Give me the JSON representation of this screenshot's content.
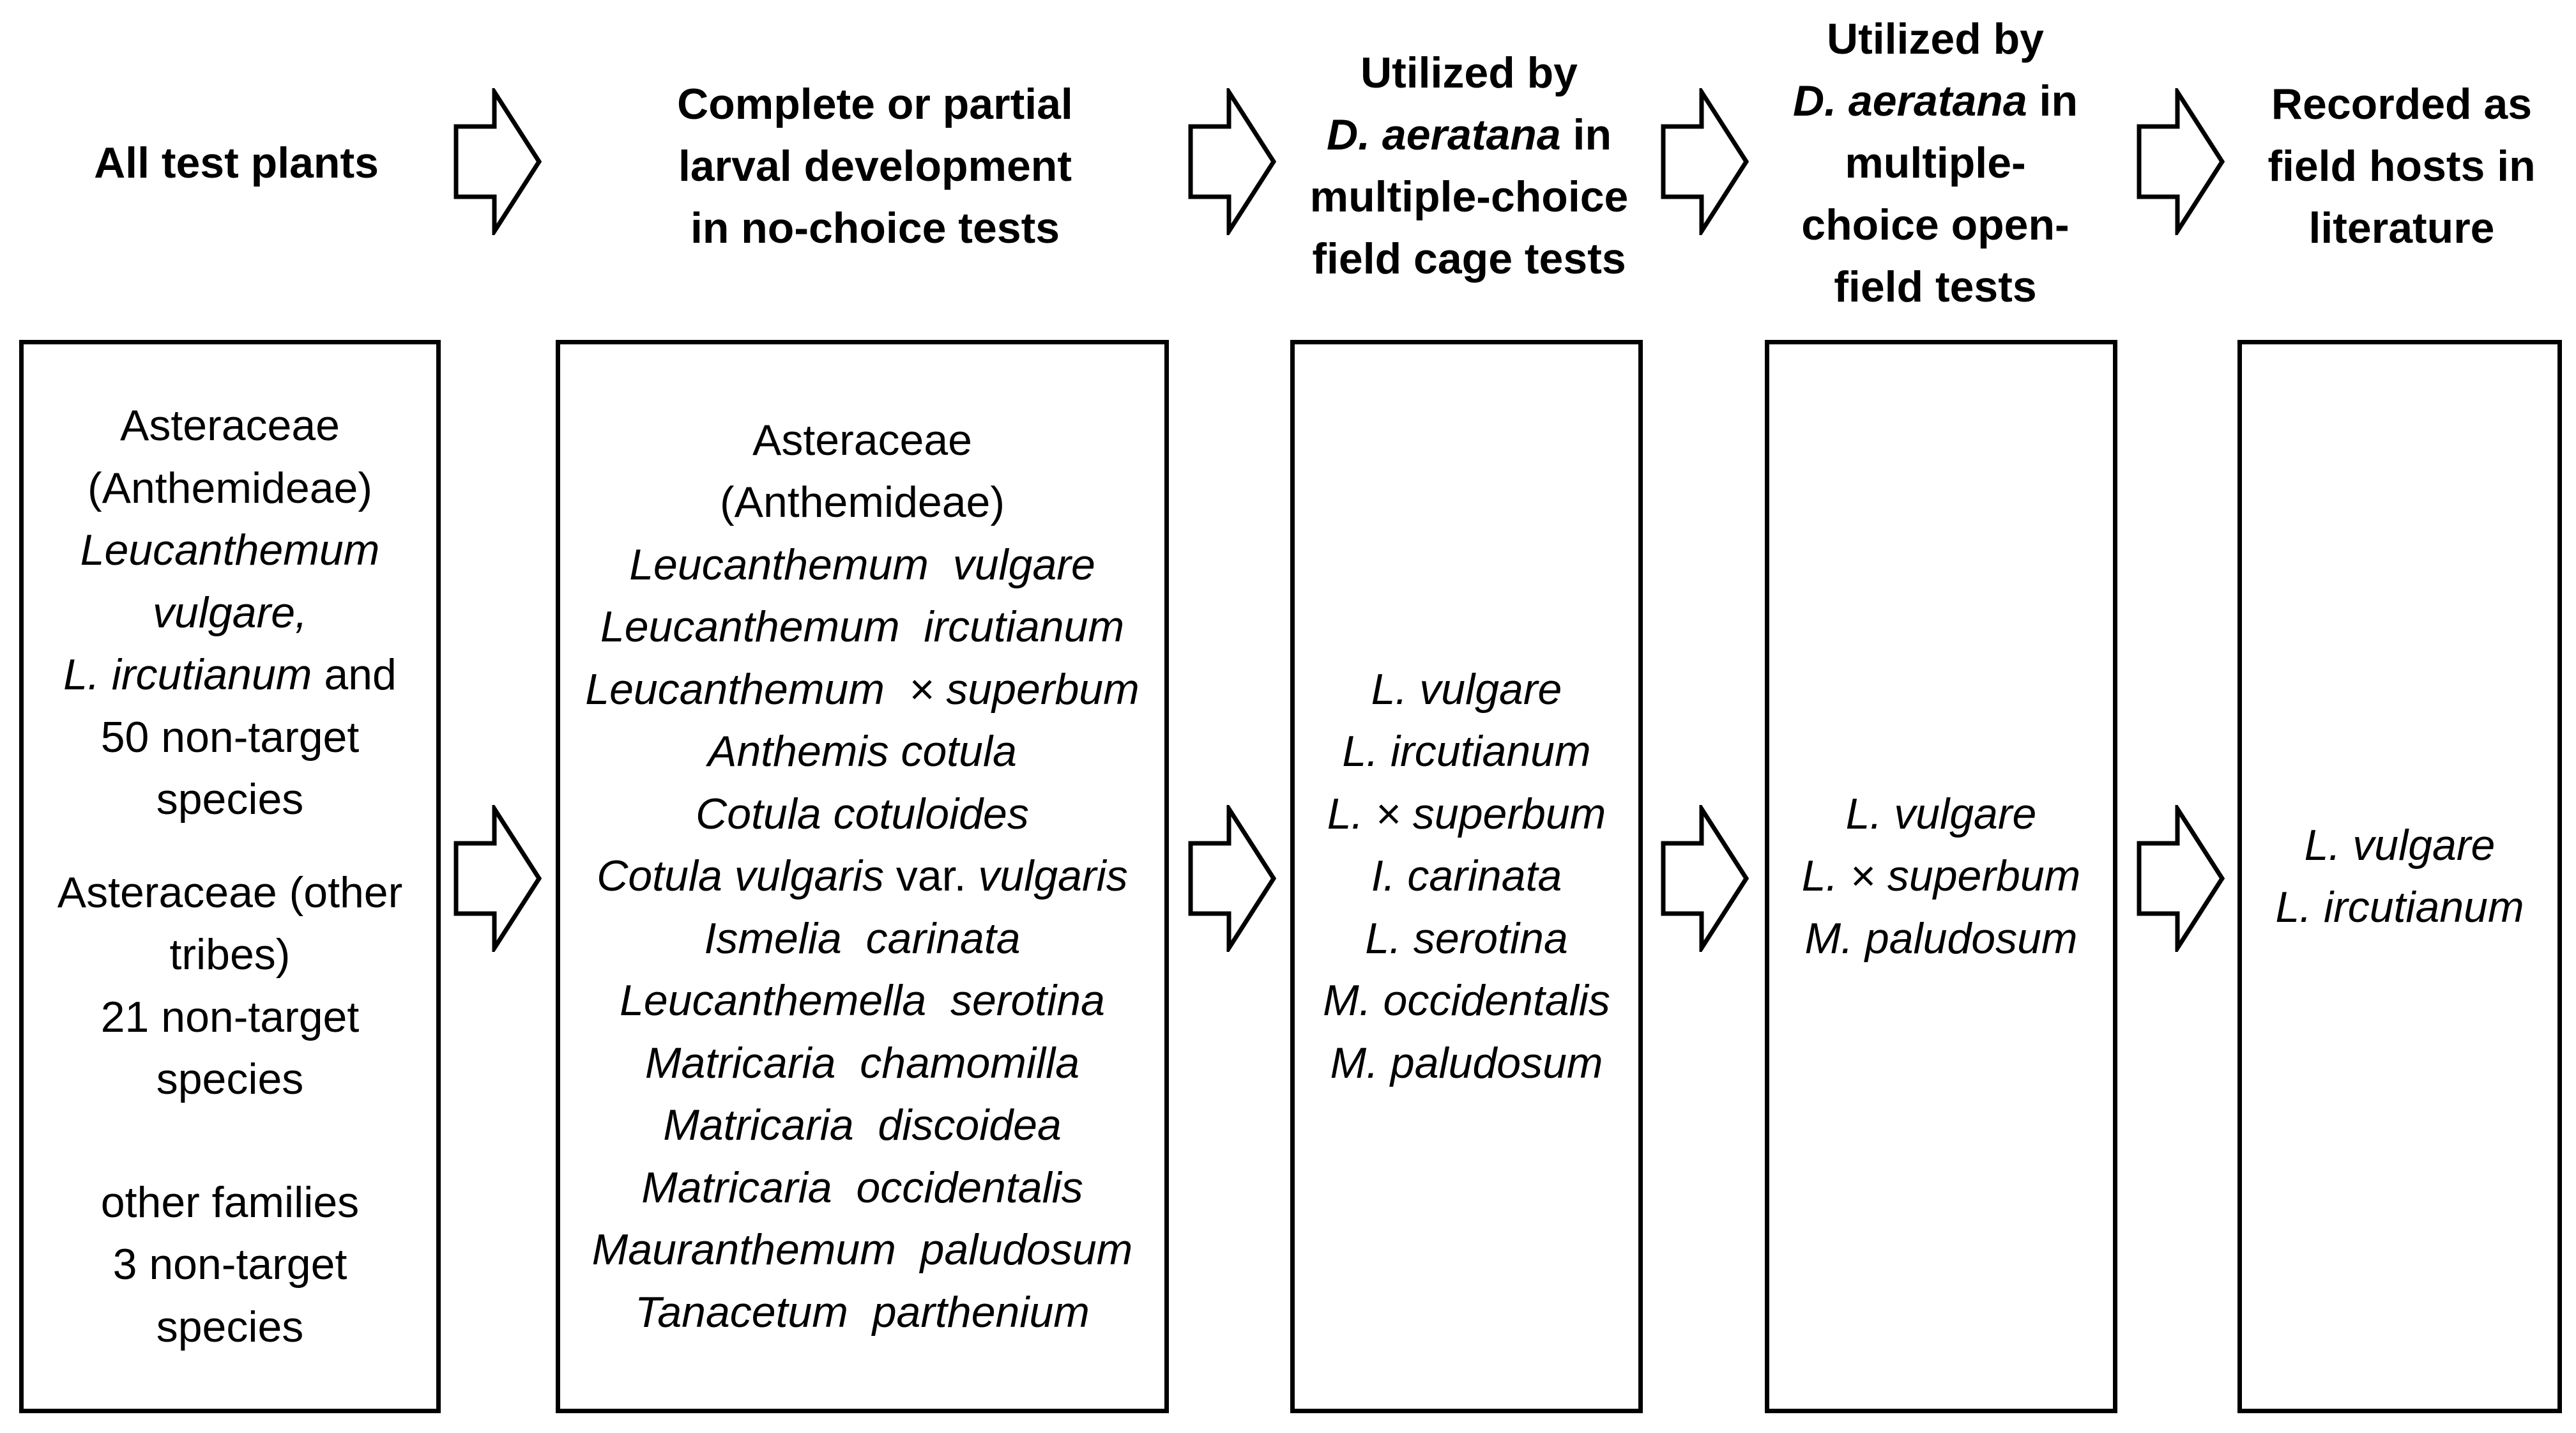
{
  "diagram": {
    "headers": [
      {
        "lines": [
          "All test plants"
        ]
      },
      {
        "lines": [
          "Complete or partial",
          "larval development",
          "in no-choice tests"
        ]
      },
      {
        "lines": [
          [
            {
              "t": "Utilized by",
              "i": false
            }
          ],
          [
            {
              "t": "D. aeratana",
              "i": true
            },
            {
              "t": " in",
              "i": false
            }
          ],
          [
            {
              "t": "multiple-choice",
              "i": false
            }
          ],
          [
            {
              "t": "field cage tests",
              "i": false
            }
          ]
        ]
      },
      {
        "lines": [
          [
            {
              "t": "Utilized by",
              "i": false
            }
          ],
          [
            {
              "t": "D. aeratana",
              "i": true
            },
            {
              "t": " in",
              "i": false
            }
          ],
          [
            {
              "t": "multiple-",
              "i": false
            }
          ],
          [
            {
              "t": "choice open-",
              "i": false
            }
          ],
          [
            {
              "t": "field tests",
              "i": false
            }
          ]
        ]
      },
      {
        "lines": [
          "Recorded as",
          "field hosts in",
          "literature"
        ]
      }
    ],
    "box1": {
      "group1": {
        "l1": "Asteraceae",
        "l2": "(Anthemideae)",
        "l3": "Leucanthemum",
        "l4": "vulgare,",
        "l5_italic": "L. ircutianum",
        "l5_plain": " and",
        "l6": "50 non-target",
        "l7": "species"
      },
      "group2": {
        "l1": "Asteraceae (other",
        "l2": "tribes)",
        "l3": "21 non-target",
        "l4": "species"
      },
      "group3": {
        "l1": "other families",
        "l2": "3 non-target",
        "l3": "species"
      }
    },
    "box2": {
      "plain_lines": [
        "Asteraceae",
        "(Anthemideae)"
      ],
      "species": [
        "Leucanthemum  vulgare",
        "Leucanthemum  ircutianum",
        "Leucanthemum  × superbum",
        "Anthemis cotula",
        "Cotula cotuloides",
        "Ismelia  carinata",
        "Leucanthemella  serotina",
        "Matricaria  chamomilla",
        "Matricaria  discoidea",
        "Matricaria  occidentalis",
        "Mauranthemum  paludosum",
        "Tanacetum  parthenium"
      ],
      "varline": {
        "a": "Cotula vulgaris",
        "b": " var. ",
        "c": "vulgaris"
      }
    },
    "box3": {
      "species": [
        "L. vulgare",
        "L. ircutianum",
        "L. × superbum",
        "I. carinata",
        "L. serotina",
        "M. occidentalis",
        "M. paludosum"
      ]
    },
    "box4": {
      "species": [
        "L. vulgare",
        "L. × superbum",
        "M. paludosum"
      ]
    },
    "box5": {
      "species": [
        "L. vulgare",
        "L. ircutianum"
      ]
    },
    "arrow_icon": "right-arrow-icon"
  }
}
